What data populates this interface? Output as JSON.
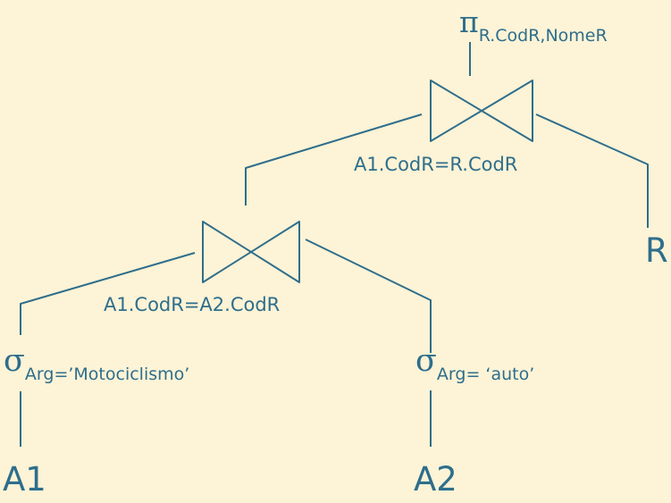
{
  "colors": {
    "background": "#FDF3D6",
    "ink": "#2E6E8C"
  },
  "projection": {
    "symbol": "π",
    "attributes": "R.CodR,NomeR"
  },
  "join_top": {
    "condition": "A1.CodR=R.CodR",
    "icon": "bowtie-join-icon"
  },
  "join_bottom": {
    "condition": "A1.CodR=A2.CodR",
    "icon": "bowtie-join-icon"
  },
  "select_left": {
    "symbol": "σ",
    "condition": "Arg=’Motociclismo’"
  },
  "select_right": {
    "symbol": "σ",
    "condition": "Arg= ‘auto’"
  },
  "relations": {
    "a1": "A1",
    "a2": "A2",
    "r": "R"
  }
}
